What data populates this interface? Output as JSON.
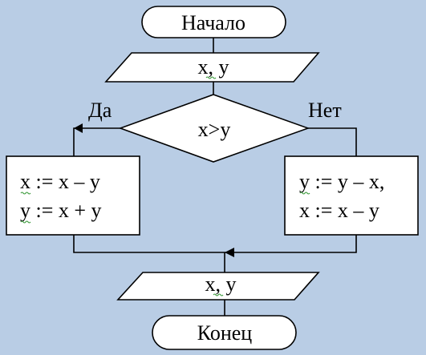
{
  "flowchart": {
    "start_label": "Начало",
    "input_label": "x, y",
    "condition_label": "x>y",
    "yes_label": "Да",
    "no_label": "Нет",
    "yes_branch": {
      "line1": "x := x – y",
      "line2": "y := x + y"
    },
    "no_branch": {
      "line1": "y := y – x,",
      "line2": "x := x – y"
    },
    "output_label": "x, y",
    "end_label": "Конец"
  },
  "colors": {
    "background": "#b9cde5",
    "shape_fill": "#ffffff",
    "stroke": "#000000"
  }
}
